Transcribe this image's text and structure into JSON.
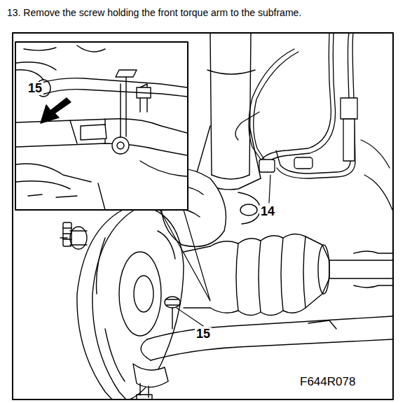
{
  "diagram": {
    "title": "13. Remove the screw holding the front torque arm to the subframe.",
    "labels": [
      "15",
      "14",
      "15",
      "F644R078"
    ]
  }
}
